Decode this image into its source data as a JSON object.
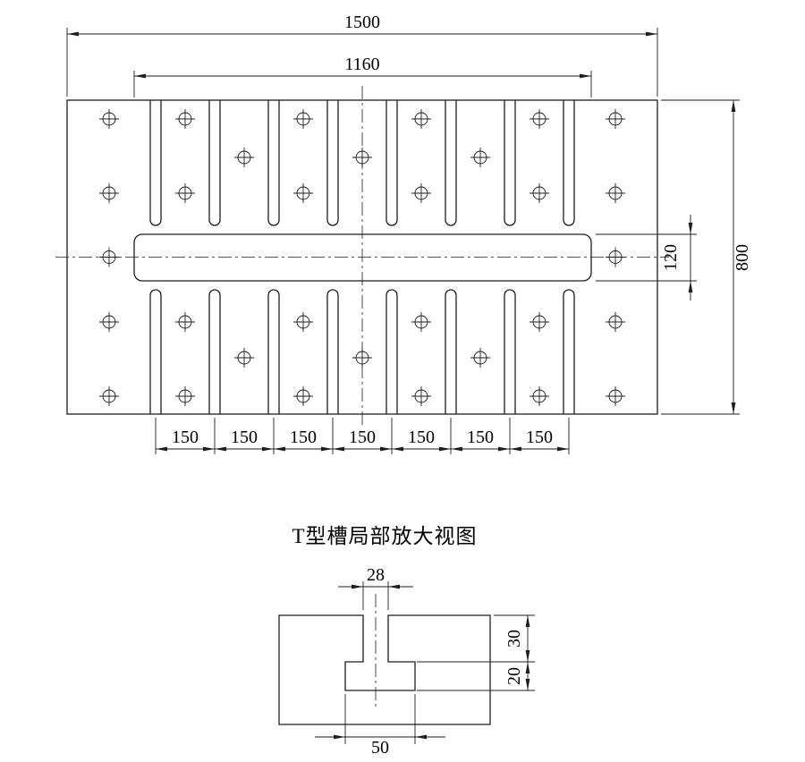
{
  "colors": {
    "ink": "#1d1d1d",
    "background": "#ffffff"
  },
  "top_view": {
    "dims": {
      "overall_width": "1500",
      "center_slot_length": "1160",
      "center_slot_width": "120",
      "overall_height": "800",
      "pitch": [
        "150",
        "150",
        "150",
        "150",
        "150",
        "150",
        "150"
      ]
    }
  },
  "detail_view": {
    "caption": "T型槽局部放大视图",
    "dims": {
      "slot_top_width": "28",
      "slot_upper_depth": "30",
      "slot_lower_depth": "20",
      "slot_bottom_width": "50"
    }
  }
}
